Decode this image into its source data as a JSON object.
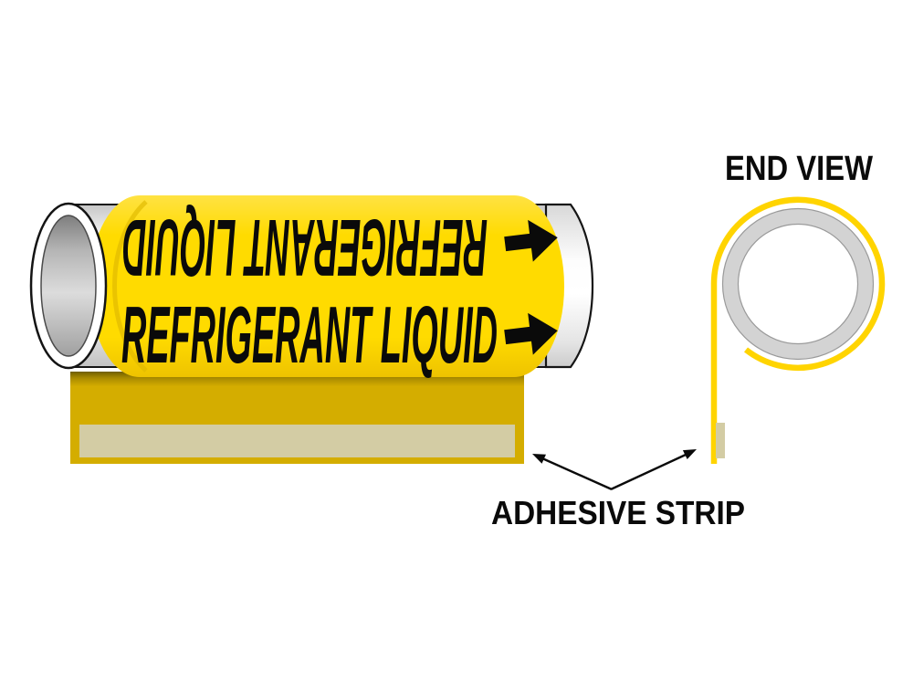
{
  "diagram_title": "coil-style pipe marker installation diagram",
  "front_view": {
    "marker_text_top": "REFRIGERANT LIQUID",
    "marker_text_bottom": "REFRIGERANT LIQUID",
    "flow_arrow_direction": "right"
  },
  "end_view": {
    "title": "END VIEW"
  },
  "callout": {
    "label": "ADHESIVE STRIP"
  },
  "icons": {
    "flow_arrow": "solid right-pointing arrow",
    "callout_pointer": "thin double-branch arrow"
  },
  "colors": {
    "marker_yellow": "#FFDB00",
    "flap_gold": "#D4AD00",
    "adhesive_beige": "#D3CCA4",
    "coil_yellow": "#FFD400",
    "pipe_gray": "#D3D3D3",
    "ink": "#0A0A0A"
  }
}
